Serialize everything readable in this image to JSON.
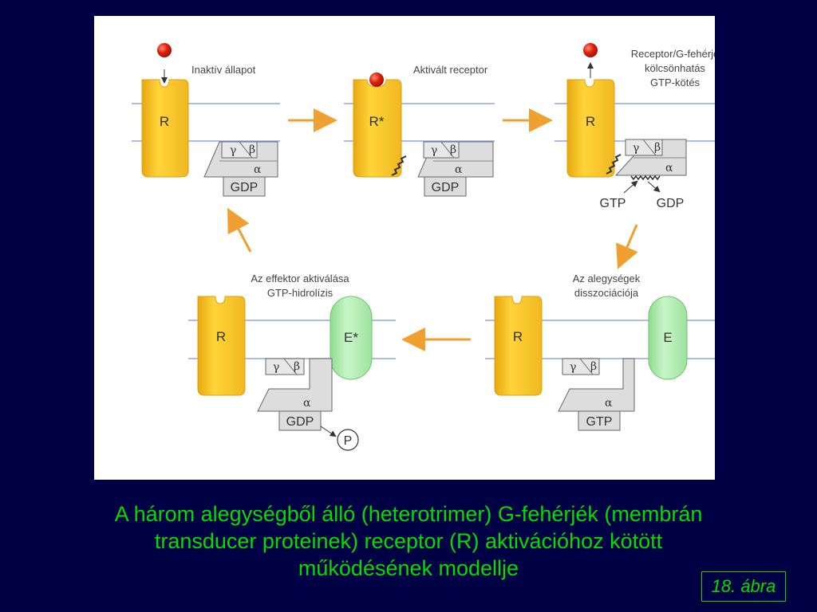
{
  "diagram": {
    "panel1_label": "Inaktív állapot",
    "panel2_label": "Aktivált receptor",
    "panel3_label_line1": "Receptor/G-fehérje",
    "panel3_label_line2": "kölcsönhatás",
    "panel3_label_line3": "GTP-kötés",
    "panel4_label_line1": "Az alegységek",
    "panel4_label_line2": "disszociációja",
    "panel5_label_line1": "Az effektor aktiválása",
    "panel5_label_line2": "GTP-hidrolízis",
    "receptor": "R",
    "receptor_active": "R*",
    "effector": "E",
    "effector_active": "E*",
    "gdp": "GDP",
    "gtp": "GTP",
    "phosphate": "P",
    "alpha": "α",
    "beta": "β",
    "gamma": "γ"
  },
  "caption": {
    "line1": "A három alegységből álló (heterotrimer) G-fehérjék (membrán",
    "line2": "transducer proteinek) receptor (R)  aktivációhoz kötött",
    "line3": "működésének modellje"
  },
  "figure_label": "18. ábra",
  "colors": {
    "background": "#000044",
    "caption": "#00dd00",
    "receptor": "#f5c020",
    "effector": "#a8e8a8",
    "ligand": "#e02010",
    "membrane": "#8fa6dd",
    "arrow": "#f0a030"
  }
}
